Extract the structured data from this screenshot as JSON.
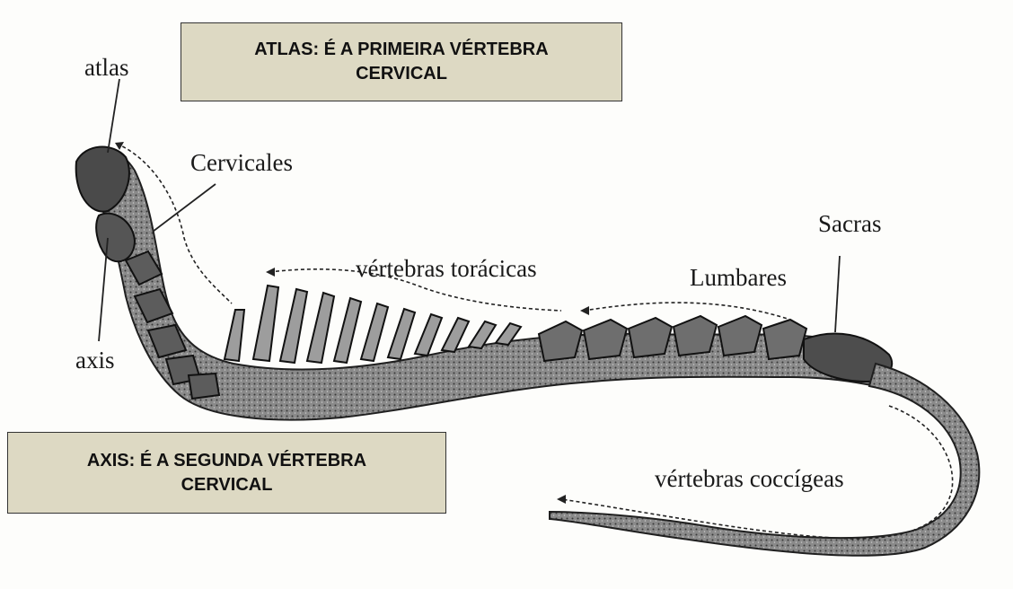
{
  "callouts": {
    "atlas_line1": "ATLAS: É A PRIMEIRA VÉRTEBRA",
    "atlas_line2": "CERVICAL",
    "axis_line1": "AXIS: É A SEGUNDA VÉRTEBRA",
    "axis_line2": "CERVICAL"
  },
  "labels": {
    "atlas": "atlas",
    "axis": "axis",
    "cervicales": "Cervicales",
    "toracicas": "vértebras torácicas",
    "lumbares": "Lumbares",
    "sacras": "Sacras",
    "coccigeas": "vértebras coccígeas"
  },
  "colors": {
    "callout_fill": "#ddd9c3",
    "bone_dark": "#2a2a2a",
    "bone_mid": "#6b6b6b",
    "bone_light": "#b9b9b9"
  }
}
